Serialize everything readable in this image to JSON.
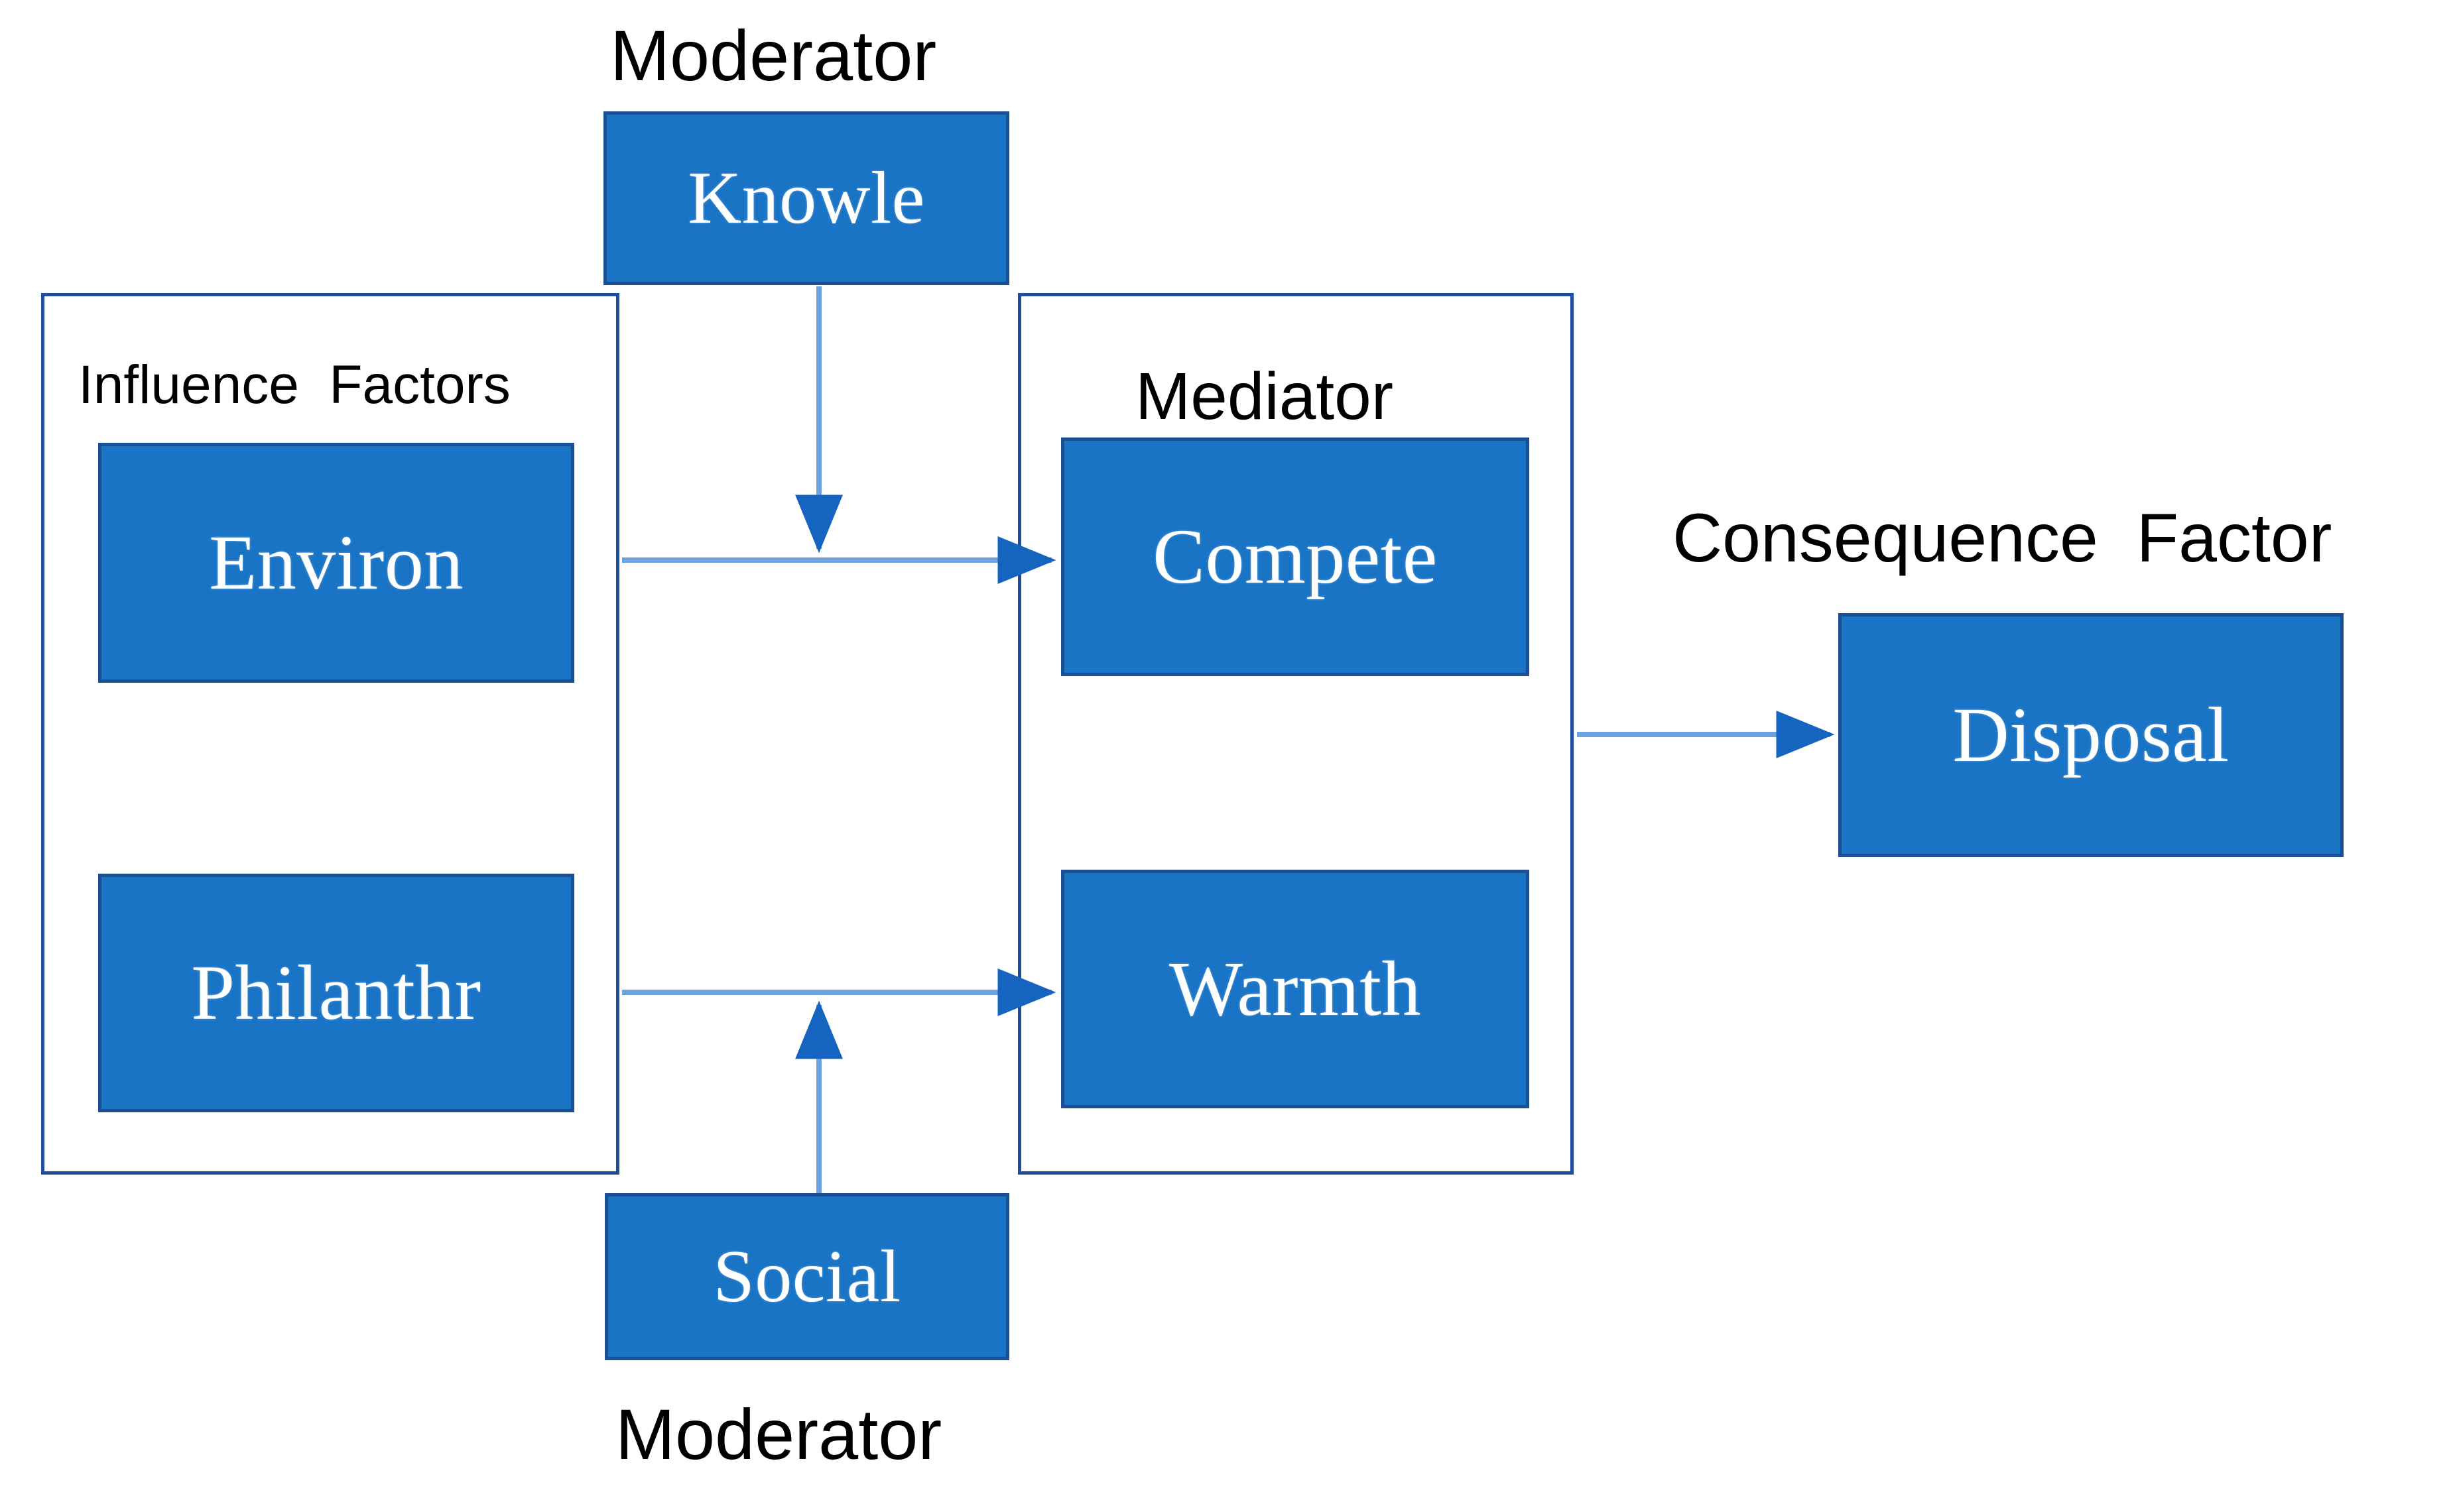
{
  "diagram": {
    "title": "Influence Factors - Mediator - Consequence Factor conceptual model",
    "background_color": "#ffffff",
    "node_fill_color": "#1a74c6",
    "node_border_color": "#1b4f94",
    "group_border_color": "#1f4e9c",
    "arrow_color": "#4a86d8",
    "arrow_head_color": "#1565c0",
    "node_text_color": "#ffffff",
    "label_text_color": "#000000"
  },
  "labels": {
    "moderator_top": "Moderator",
    "moderator_bottom": "Moderator",
    "influence_factors": "Influence  Factors",
    "mediator": "Mediator",
    "consequence_factor": "Consequence  Factor"
  },
  "nodes": {
    "knowle": "Knowle",
    "environ": "Environ",
    "philanthr": "Philanthr",
    "compete": "Compete",
    "warmth": "Warmth",
    "social": "Social",
    "disposal": "Disposal"
  },
  "groups": {
    "influence": {
      "label": "Influence  Factors",
      "members": [
        "Environ",
        "Philanthr"
      ]
    },
    "mediator": {
      "label": "Mediator",
      "members": [
        "Compete",
        "Warmth"
      ]
    },
    "consequence": {
      "label": "Consequence  Factor",
      "members": [
        "Disposal"
      ]
    }
  },
  "edges": [
    {
      "id": "environ-to-compete",
      "from": "Environ",
      "to": "Compete",
      "direction": "right"
    },
    {
      "id": "philanthr-to-warmth",
      "from": "Philanthr",
      "to": "Warmth",
      "direction": "right"
    },
    {
      "id": "knowle-moderates-top",
      "from": "Knowle",
      "to": "environ-to-compete",
      "direction": "down"
    },
    {
      "id": "social-moderates-bottom",
      "from": "Social",
      "to": "philanthr-to-warmth",
      "direction": "up"
    },
    {
      "id": "mediator-to-disposal",
      "from": "Mediator",
      "to": "Disposal",
      "direction": "right"
    }
  ]
}
